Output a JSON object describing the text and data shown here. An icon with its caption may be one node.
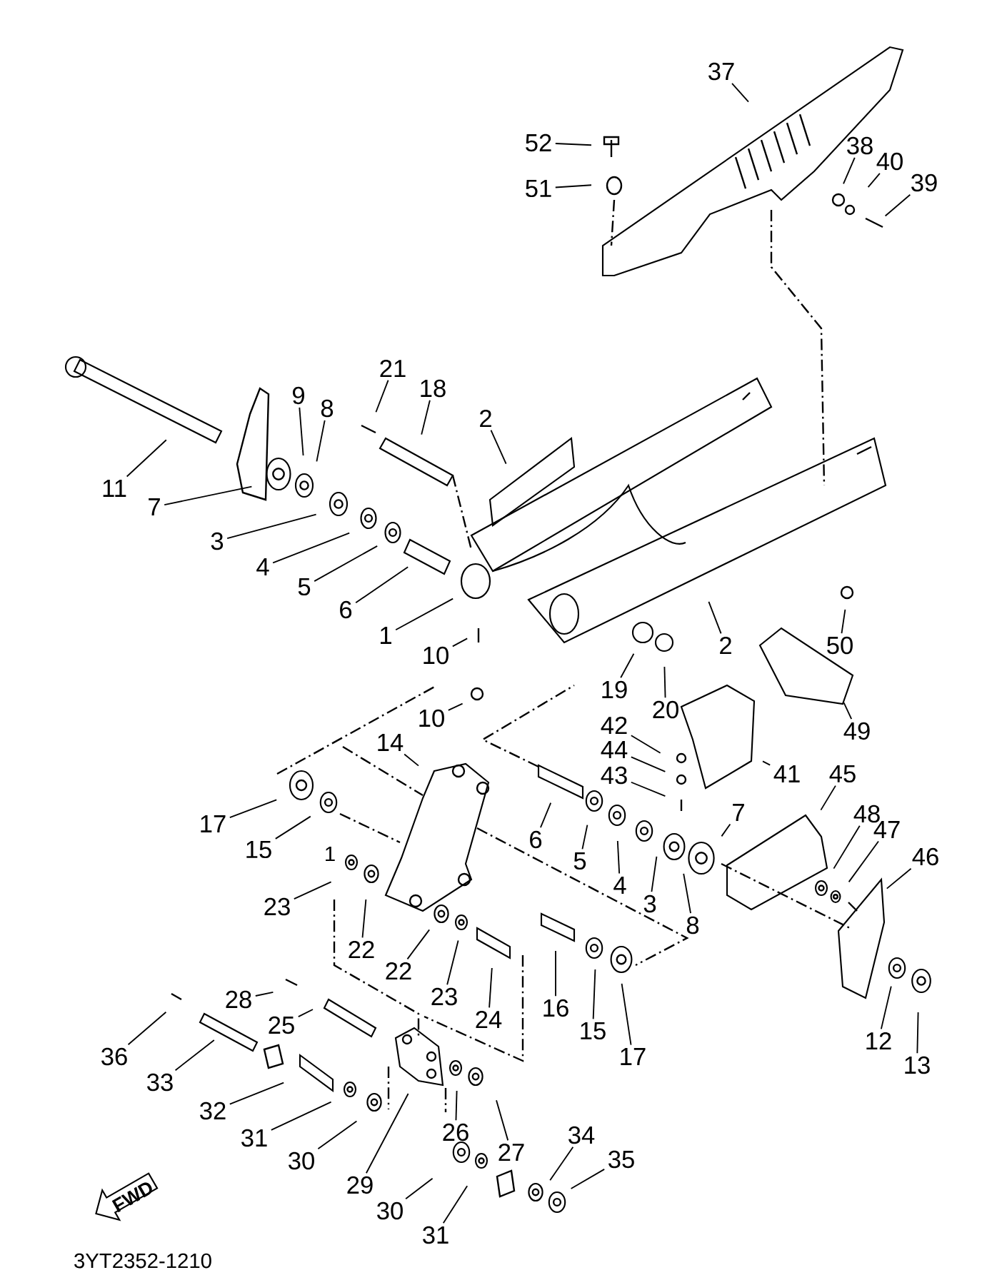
{
  "diagram": {
    "nodes": [
      {
        "text": [
          "37"
        ]
      },
      {
        "text": [
          "52"
        ]
      },
      {
        "text": [
          "51"
        ]
      },
      {
        "text": [
          "38"
        ]
      },
      {
        "text": [
          "40"
        ]
      },
      {
        "text": [
          "39"
        ]
      },
      {
        "text": [
          "21"
        ]
      },
      {
        "text": [
          "18"
        ]
      },
      {
        "text": [
          "9"
        ]
      },
      {
        "text": [
          "8"
        ]
      },
      {
        "text": [
          "2"
        ]
      },
      {
        "text": [
          "11"
        ]
      },
      {
        "text": [
          "7"
        ]
      },
      {
        "text": [
          "3"
        ]
      },
      {
        "text": [
          "4"
        ]
      },
      {
        "text": [
          "5"
        ]
      },
      {
        "text": [
          "6"
        ]
      },
      {
        "text": [
          "1"
        ]
      },
      {
        "text": [
          "10"
        ]
      },
      {
        "text": [
          "50"
        ]
      },
      {
        "text": [
          "2"
        ]
      },
      {
        "text": [
          "19"
        ]
      },
      {
        "text": [
          "10"
        ]
      },
      {
        "text": [
          "20"
        ]
      },
      {
        "text": [
          "42"
        ]
      },
      {
        "text": [
          "49"
        ]
      },
      {
        "text": [
          "44"
        ]
      },
      {
        "text": [
          "14"
        ]
      },
      {
        "text": [
          "43"
        ]
      },
      {
        "text": [
          "41"
        ]
      },
      {
        "text": [
          "45"
        ]
      },
      {
        "text": [
          "7"
        ]
      },
      {
        "text": [
          "17"
        ]
      },
      {
        "text": [
          "6"
        ]
      },
      {
        "text": [
          "48"
        ]
      },
      {
        "text": [
          "47"
        ]
      },
      {
        "text": [
          "15"
        ]
      },
      {
        "text": [
          "46"
        ]
      },
      {
        "text": [
          "5"
        ]
      },
      {
        "text": [
          "4"
        ]
      },
      {
        "text": [
          "3"
        ]
      },
      {
        "text": [
          "23"
        ]
      },
      {
        "text": [
          "8"
        ]
      },
      {
        "text": [
          "22"
        ]
      },
      {
        "text": [
          "22"
        ]
      },
      {
        "text": [
          "23"
        ]
      },
      {
        "text": [
          "24"
        ]
      },
      {
        "text": [
          "16"
        ]
      },
      {
        "text": [
          "15"
        ]
      },
      {
        "text": [
          "17"
        ]
      },
      {
        "text": [
          "12"
        ]
      },
      {
        "text": [
          "13"
        ]
      },
      {
        "text": [
          "28"
        ]
      },
      {
        "text": [
          "25"
        ]
      },
      {
        "text": [
          "36"
        ]
      },
      {
        "text": [
          "33"
        ]
      },
      {
        "text": [
          "32"
        ]
      },
      {
        "text": [
          "31"
        ]
      },
      {
        "text": [
          "26"
        ]
      },
      {
        "text": [
          "27"
        ]
      },
      {
        "text": [
          "30"
        ]
      },
      {
        "text": [
          "29"
        ]
      },
      {
        "text": [
          "34"
        ]
      },
      {
        "text": [
          "30"
        ]
      },
      {
        "text": [
          "35"
        ]
      },
      {
        "text": [
          "31"
        ]
      }
    ],
    "edges": [
      {
        "from": 0,
        "to": null,
        "arrow": "none"
      },
      {
        "from": 1,
        "to": null,
        "arrow": "none"
      },
      {
        "from": 2,
        "to": null,
        "arrow": "none"
      },
      {
        "from": 3,
        "to": null,
        "arrow": "none"
      },
      {
        "from": 4,
        "to": null,
        "arrow": "none"
      },
      {
        "from": 5,
        "to": null,
        "arrow": "none"
      },
      {
        "from": 6,
        "to": null,
        "arrow": "none"
      },
      {
        "from": 7,
        "to": null,
        "arrow": "none"
      },
      {
        "from": 8,
        "to": null,
        "arrow": "none"
      },
      {
        "from": 9,
        "to": null,
        "arrow": "none"
      },
      {
        "from": 10,
        "to": null,
        "arrow": "none"
      },
      {
        "from": 11,
        "to": null,
        "arrow": "none"
      },
      {
        "from": 12,
        "to": null,
        "arrow": "none"
      },
      {
        "from": 13,
        "to": null,
        "arrow": "none"
      },
      {
        "from": 14,
        "to": null,
        "arrow": "none"
      },
      {
        "from": 15,
        "to": null,
        "arrow": "none"
      },
      {
        "from": 16,
        "to": null,
        "arrow": "none"
      },
      {
        "from": 17,
        "to": null,
        "arrow": "none"
      },
      {
        "from": 18,
        "to": null,
        "arrow": "none"
      },
      {
        "from": 19,
        "to": null,
        "arrow": "none"
      },
      {
        "from": 20,
        "to": null,
        "arrow": "none"
      },
      {
        "from": 21,
        "to": null,
        "arrow": "none"
      },
      {
        "from": 22,
        "to": null,
        "arrow": "none"
      },
      {
        "from": 23,
        "to": null,
        "arrow": "none"
      },
      {
        "from": 24,
        "to": null,
        "arrow": "none"
      },
      {
        "from": 25,
        "to": null,
        "arrow": "none"
      },
      {
        "from": 26,
        "to": null,
        "arrow": "none"
      },
      {
        "from": 27,
        "to": null,
        "arrow": "none"
      },
      {
        "from": 28,
        "to": null,
        "arrow": "none"
      },
      {
        "from": 29,
        "to": null,
        "arrow": "none"
      },
      {
        "from": 30,
        "to": null,
        "arrow": "none"
      },
      {
        "from": 31,
        "to": null,
        "arrow": "none"
      },
      {
        "from": 32,
        "to": null,
        "arrow": "none"
      },
      {
        "from": 33,
        "to": null,
        "arrow": "none"
      },
      {
        "from": 34,
        "to": null,
        "arrow": "none"
      },
      {
        "from": 35,
        "to": null,
        "arrow": "none"
      },
      {
        "from": 36,
        "to": null,
        "arrow": "none"
      },
      {
        "from": 37,
        "to": null,
        "arrow": "none"
      },
      {
        "from": 38,
        "to": null,
        "arrow": "none"
      },
      {
        "from": 39,
        "to": null,
        "arrow": "none"
      },
      {
        "from": 40,
        "to": null,
        "arrow": "none"
      },
      {
        "from": 41,
        "to": null,
        "arrow": "none"
      },
      {
        "from": 42,
        "to": null,
        "arrow": "none"
      },
      {
        "from": 43,
        "to": null,
        "arrow": "none"
      },
      {
        "from": 44,
        "to": null,
        "arrow": "none"
      },
      {
        "from": 45,
        "to": null,
        "arrow": "none"
      },
      {
        "from": 46,
        "to": null,
        "arrow": "none"
      },
      {
        "from": 47,
        "to": null,
        "arrow": "none"
      },
      {
        "from": 48,
        "to": null,
        "arrow": "none"
      },
      {
        "from": 49,
        "to": null,
        "arrow": "none"
      },
      {
        "from": 50,
        "to": null,
        "arrow": "none"
      },
      {
        "from": 51,
        "to": null,
        "arrow": "none"
      },
      {
        "from": 52,
        "to": null,
        "arrow": "none"
      },
      {
        "from": 53,
        "to": null,
        "arrow": "none"
      },
      {
        "from": 54,
        "to": null,
        "arrow": "none"
      },
      {
        "from": 55,
        "to": null,
        "arrow": "none"
      },
      {
        "from": 56,
        "to": null,
        "arrow": "none"
      },
      {
        "from": 57,
        "to": null,
        "arrow": "none"
      },
      {
        "from": 58,
        "to": null,
        "arrow": "none"
      },
      {
        "from": 59,
        "to": null,
        "arrow": "none"
      },
      {
        "from": 60,
        "to": null,
        "arrow": "none"
      },
      {
        "from": 61,
        "to": null,
        "arrow": "none"
      },
      {
        "from": 62,
        "to": null,
        "arrow": "none"
      },
      {
        "from": 63,
        "to": null,
        "arrow": "none"
      },
      {
        "from": 64,
        "to": null,
        "arrow": "none"
      },
      {
        "from": 65,
        "to": null,
        "arrow": "none"
      }
    ],
    "labels": [
      "1",
      "FWD",
      "3YT2352-1210"
    ]
  }
}
